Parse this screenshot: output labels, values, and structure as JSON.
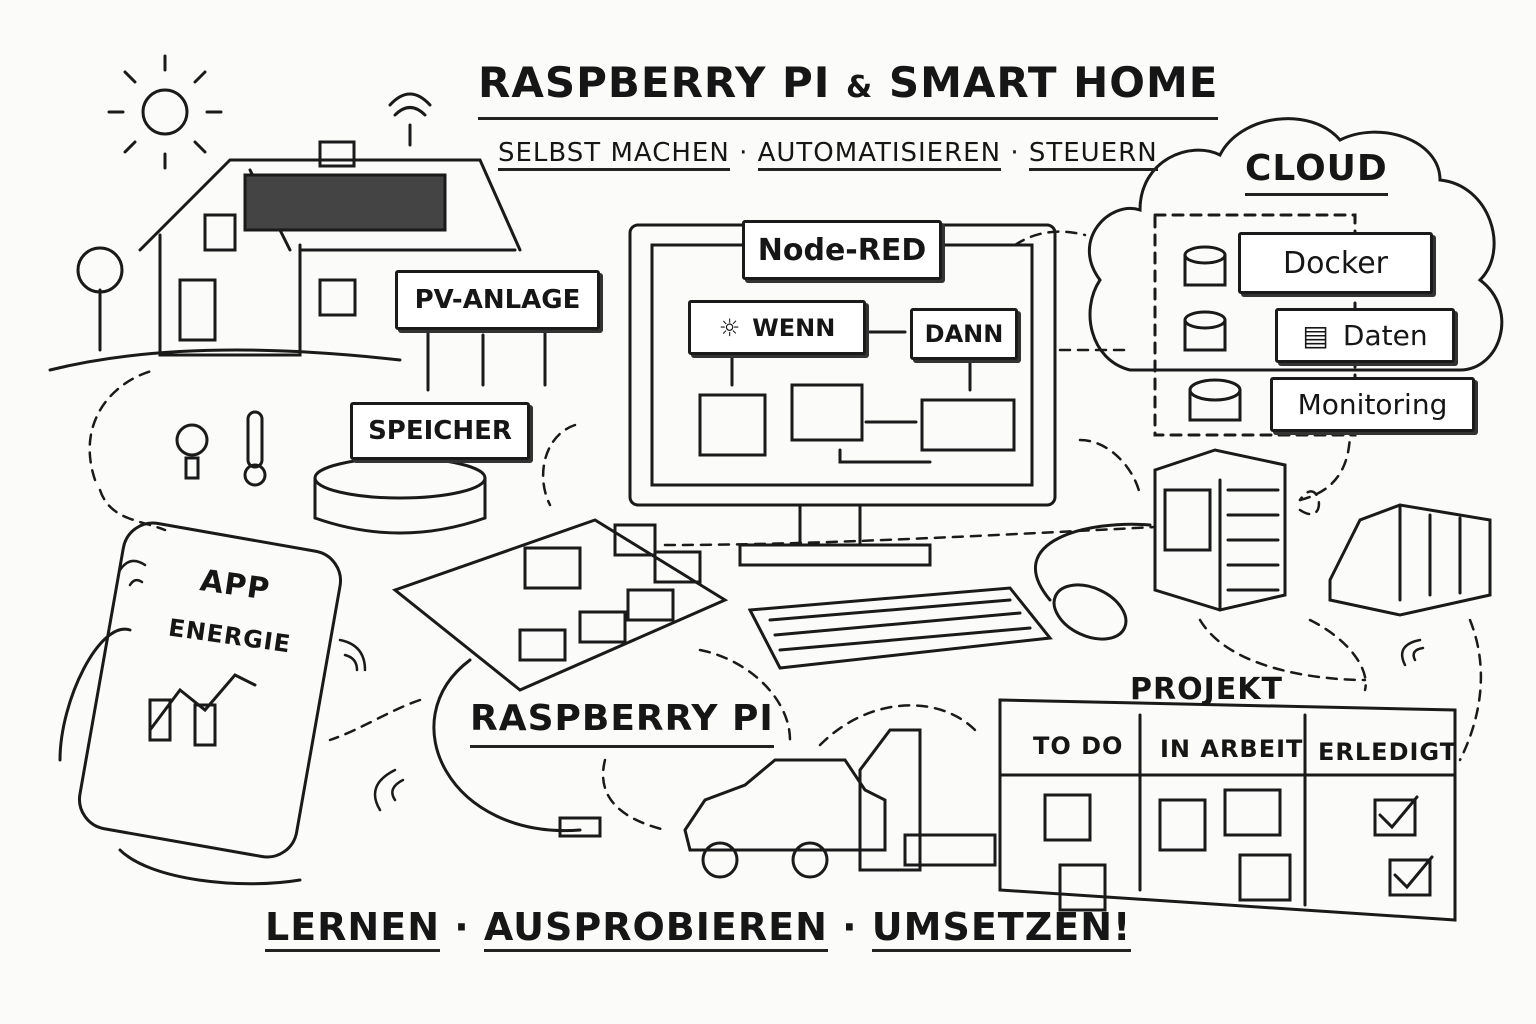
{
  "header": {
    "title_left": "RASPBERRY PI",
    "title_amp": "&",
    "title_right": "SMART HOME",
    "subtitle": [
      "SELBST MACHEN",
      "·",
      "AUTOMATISIEREN",
      "·",
      "STEUERN"
    ]
  },
  "energy": {
    "pv": "PV-ANLAGE",
    "storage": "SPEICHER"
  },
  "nodered": {
    "title": "Node-RED",
    "if": "WENN",
    "then": "DANN"
  },
  "cloud": {
    "title": "CLOUD",
    "docker": "Docker",
    "data": "Daten",
    "monitoring": "Monitoring"
  },
  "phone": {
    "app": "APP",
    "energy": "ENERGIE"
  },
  "pi": {
    "label": "RASPBERRY PI"
  },
  "project": {
    "title": "PROJEKT",
    "columns": [
      "TO DO",
      "IN ARBEIT",
      "ERLEDIGT"
    ]
  },
  "footer": [
    "LERNEN",
    "·",
    "AUSPROBIEREN",
    "·",
    "UMSETZEN!"
  ]
}
